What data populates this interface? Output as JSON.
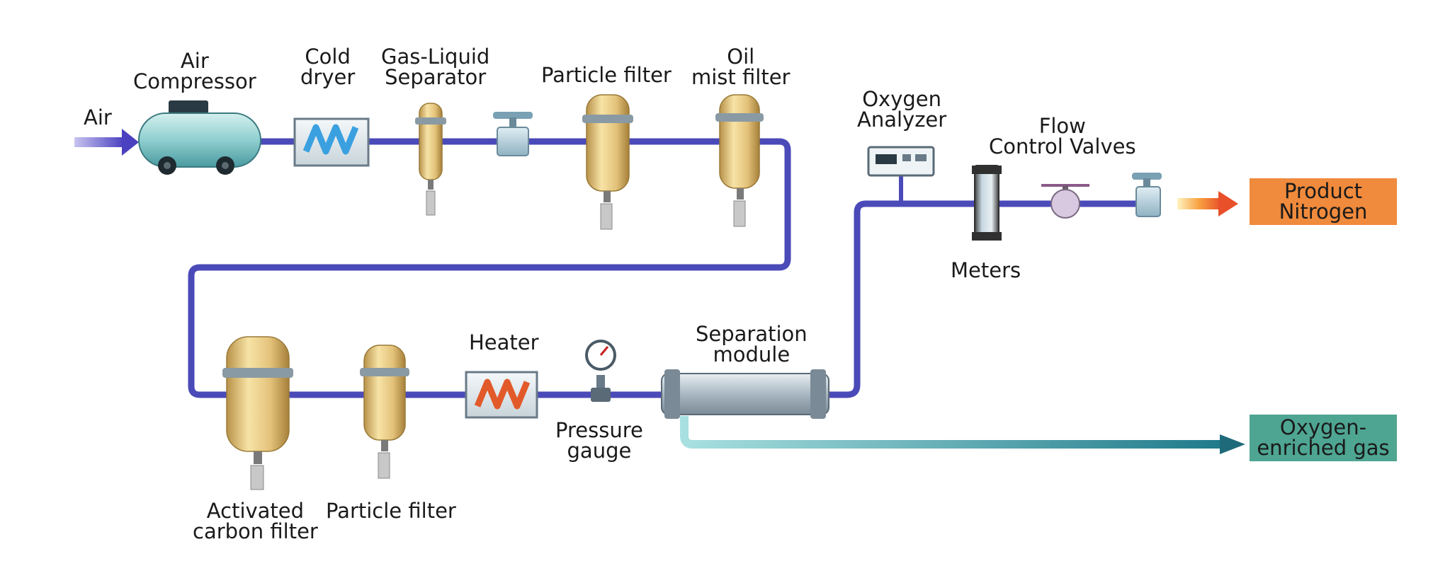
{
  "labels": {
    "air": "Air",
    "air_compressor": [
      "Air",
      "Compressor"
    ],
    "cold_dryer": [
      "Cold",
      "dryer"
    ],
    "gas_liquid_separator": [
      "Gas-Liquid",
      "Separator"
    ],
    "particle_filter_top": "Particle filter",
    "oil_mist_filter": [
      "Oil",
      "mist filter"
    ],
    "oxygen_analyzer": [
      "Oxygen",
      "Analyzer"
    ],
    "flow_control_valves": [
      "Flow",
      "Control Valves"
    ],
    "meters": "Meters",
    "activated_carbon_filter": [
      "Activated",
      "carbon filter"
    ],
    "particle_filter_bottom": "Particle filter",
    "heater": "Heater",
    "pressure_gauge": [
      "Pressure",
      "gauge"
    ],
    "separation_module": [
      "Separation",
      "module"
    ]
  },
  "outputs": {
    "product_nitrogen": [
      "Product",
      "Nitrogen"
    ],
    "oxygen_enriched_gas": [
      "Oxygen-",
      "enriched gas"
    ]
  },
  "colors": {
    "pipe": "#4a4ab8",
    "product_box": "#f08a3c",
    "oxygen_box": "#4ea592",
    "vessel": "#e6c878",
    "air_arrow": "#5b4fc8",
    "oxygen_arrow": "#3a9aa8"
  }
}
